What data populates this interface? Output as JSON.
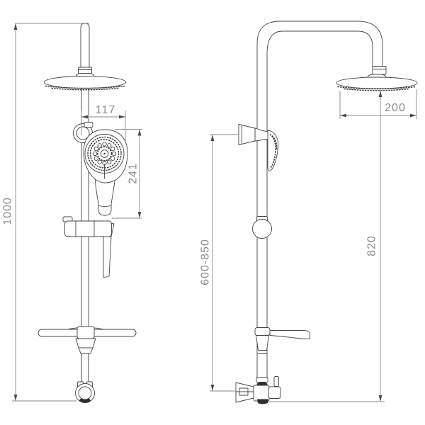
{
  "drawing": {
    "title": "shower column set technical drawing",
    "line_color": "#454545",
    "dimension_color": "#8c8c8c",
    "background": "#ffffff",
    "views": {
      "front": {
        "dimensions": {
          "overall_height": "1000",
          "hand_shower_width": "117",
          "hand_shower_height": "241"
        }
      },
      "side": {
        "dimensions": {
          "head_width": "200",
          "adjustable_range": "600-850",
          "column_height": "820"
        }
      }
    }
  }
}
